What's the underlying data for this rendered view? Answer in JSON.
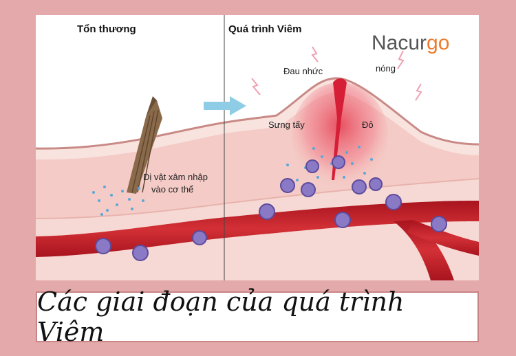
{
  "panel_left_title": "Tổn thương",
  "panel_right_title": "Quá trình Viêm",
  "brand": {
    "part1": "Nacur",
    "part2": "go"
  },
  "labels": {
    "foreign_body_1": "Dị vật xâm nhập",
    "foreign_body_2": "vào cơ thể",
    "pain": "Đau nhức",
    "hot": "nóng",
    "swelling": "Sưng tấy",
    "red": "Đỏ"
  },
  "caption": "Các giai đoạn của quá trình Viêm",
  "colors": {
    "background": "#e4a9aa",
    "skin": "#f6d2cc",
    "vessel": "#c6202a",
    "cell": "#8a79c4",
    "arrow": "#8fcde6",
    "brand_orange": "#ee7a2b"
  }
}
